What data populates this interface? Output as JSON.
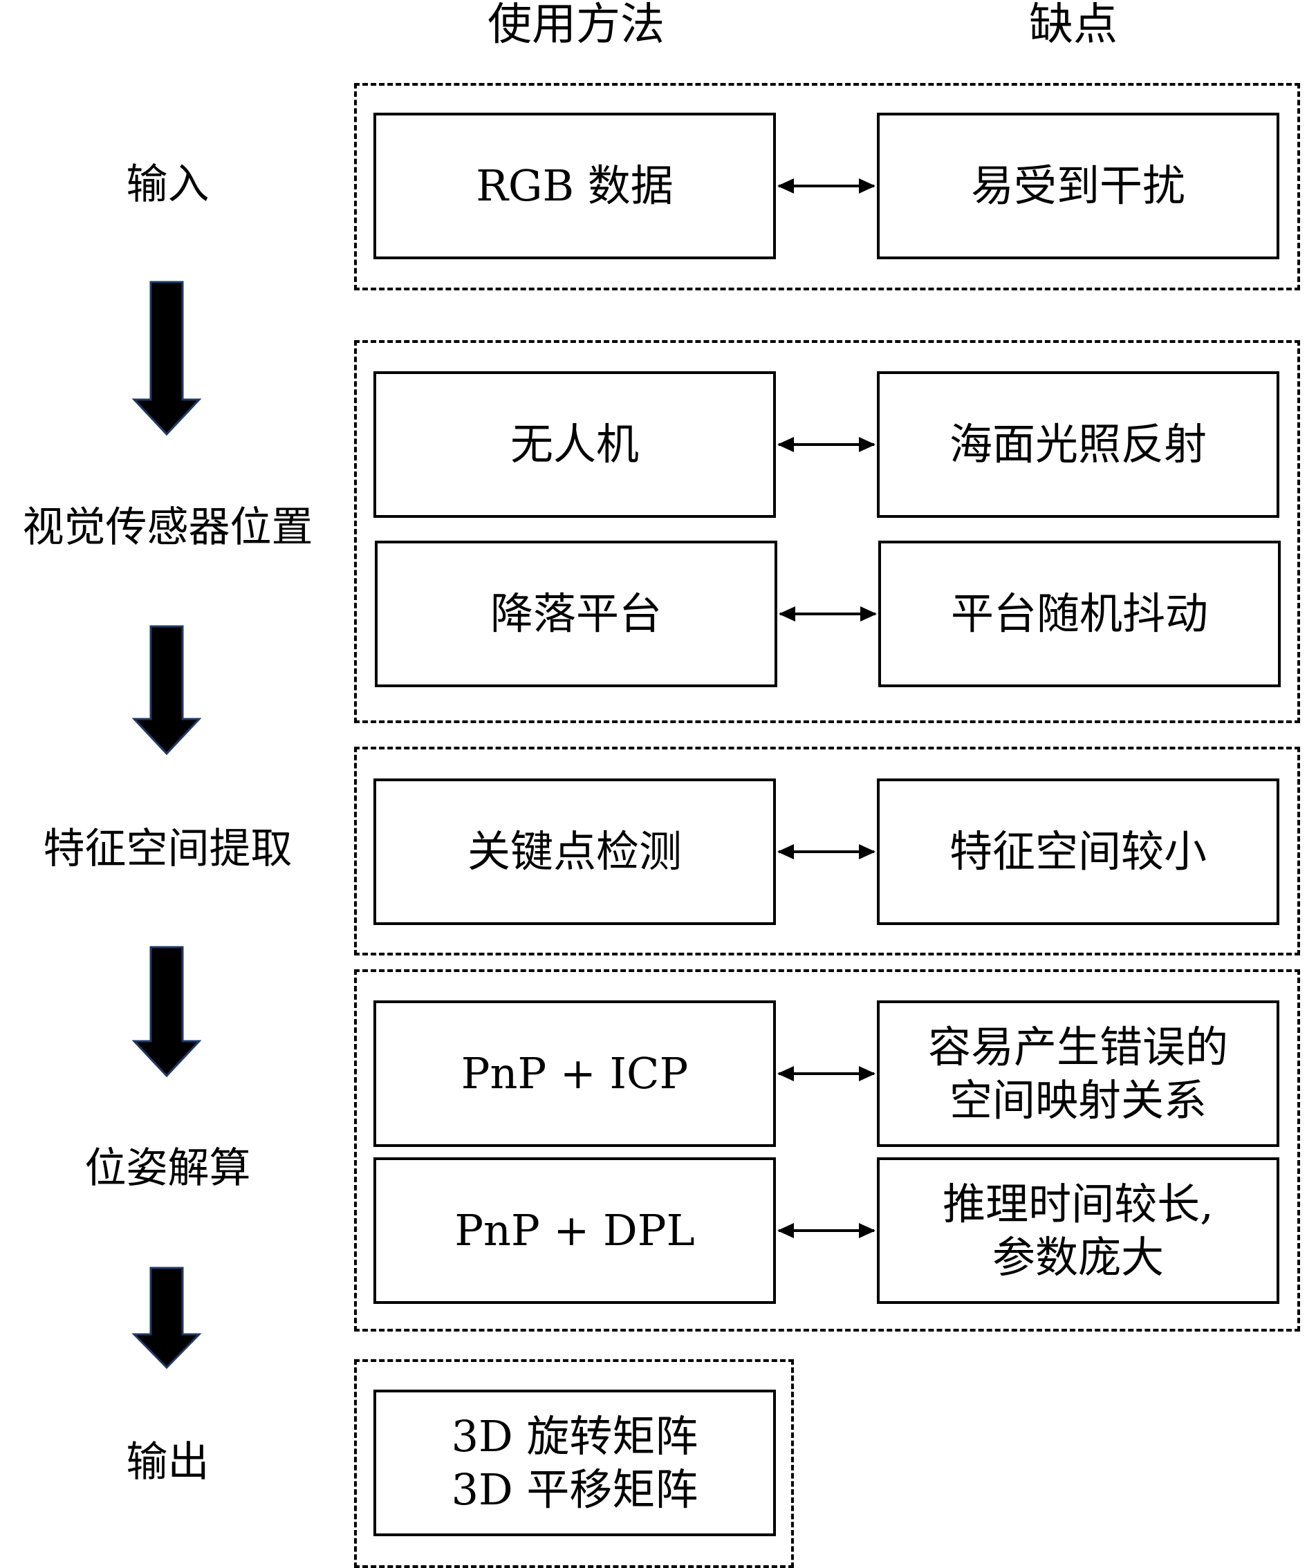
{
  "headers": {
    "method": "使用方法",
    "drawback": "缺点"
  },
  "stages": [
    "输入",
    "视觉传感器位置",
    "特征空间提取",
    "位姿解算",
    "输出"
  ],
  "rows": {
    "input": {
      "method": "RGB 数据",
      "drawback": "易受到干扰"
    },
    "uav": {
      "method": "无人机",
      "drawback": "海面光照反射"
    },
    "platform": {
      "method": "降落平台",
      "drawback": "平台随机抖动"
    },
    "keypoint": {
      "method": "关键点检测",
      "drawback": "特征空间较小"
    },
    "pnp_icp": {
      "method": "PnP + ICP",
      "drawback_line1": "容易产生错误的",
      "drawback_line2": "空间映射关系"
    },
    "pnp_dpl": {
      "method": "PnP + DPL",
      "drawback_line1": "推理时间较长,",
      "drawback_line2": "参数庞大"
    }
  },
  "output": {
    "line1": "3D 旋转矩阵",
    "line2": "3D 平移矩阵"
  },
  "colors": {
    "flow_arrow_fill": "#000000",
    "flow_arrow_outline": "#1f3a66",
    "line": "#000000"
  }
}
